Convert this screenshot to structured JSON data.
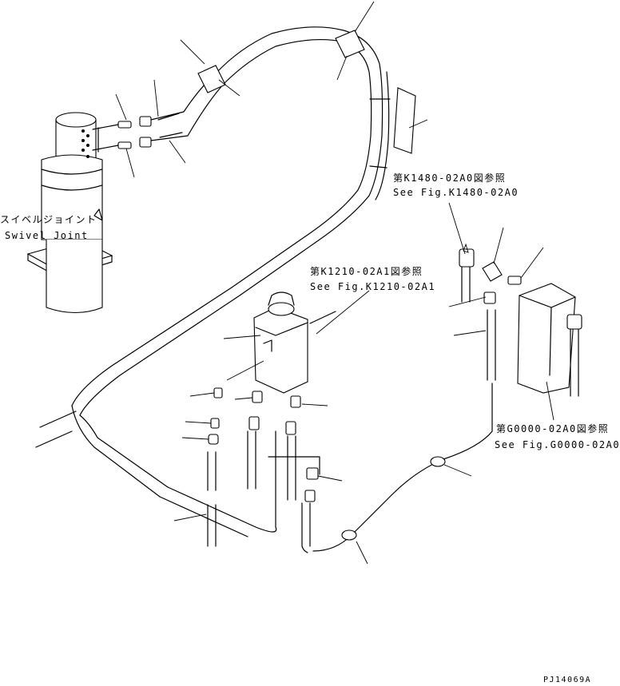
{
  "swivel_joint": {
    "label_jp": "スイベルジョイント",
    "label_en": "Swivel Joint"
  },
  "references": [
    {
      "jp": "第K1480-02A0図参照",
      "en": "See Fig.K1480-02A0"
    },
    {
      "jp": "第K1210-02A1図参照",
      "en": "See Fig.K1210-02A1"
    },
    {
      "jp": "第G0000-02A0図参照",
      "en": "See Fig.G0000-02A0"
    }
  ],
  "drawing_code": "PJ14069A"
}
